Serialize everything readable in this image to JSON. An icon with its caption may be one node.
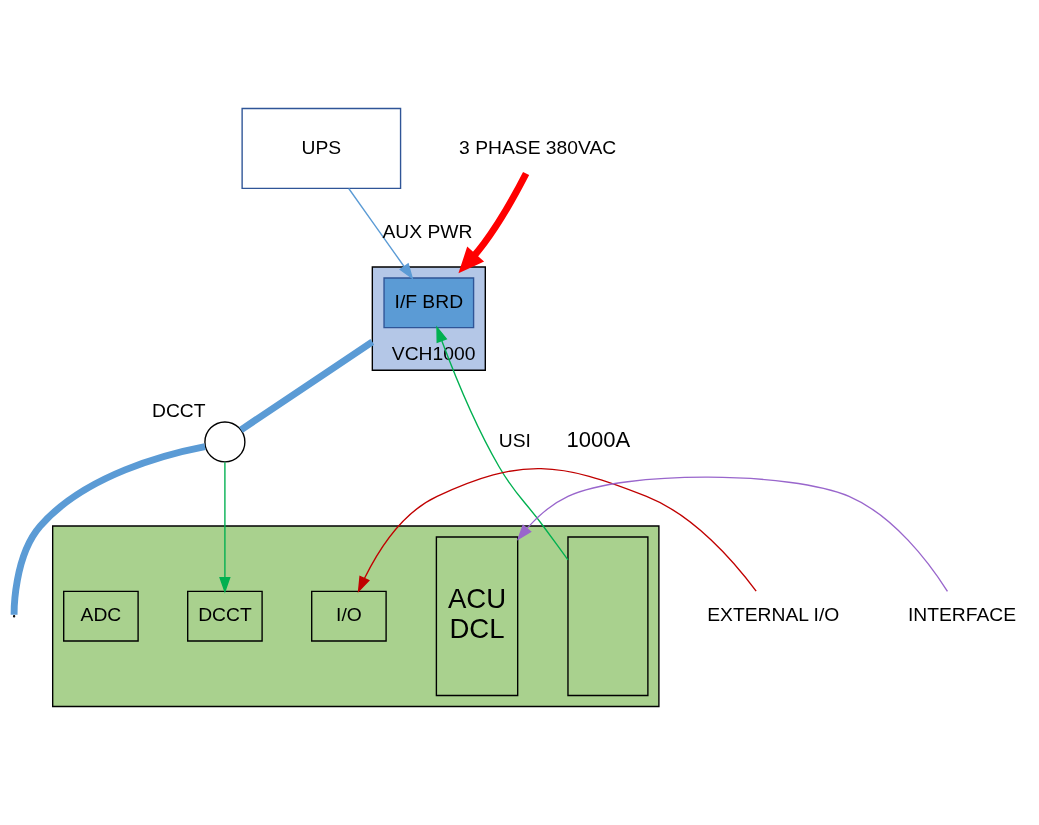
{
  "diagram": {
    "nodes": [
      {
        "text": [
          "UPS"
        ]
      },
      {
        "text": [
          "VCH1000"
        ]
      },
      {
        "text": [
          "I/F BRD"
        ],
        "in": 1
      },
      {
        "text": [],
        "shape": "circle",
        "beside": [
          "DCCT"
        ]
      },
      {
        "text": [],
        "shape": "box"
      },
      {
        "text": [],
        "shape": "box",
        "in": 4
      },
      {
        "text": [
          "ACU",
          "DCL"
        ],
        "in": 4
      },
      {
        "text": [
          "I/O"
        ],
        "in": 4
      },
      {
        "text": [
          "DCCT"
        ],
        "in": 4
      },
      {
        "text": [
          "ADC"
        ],
        "in": 4
      },
      {
        "text": [
          "3 PHASE 380VAC"
        ]
      },
      {
        "text": [
          "EXTERNAL I/O"
        ]
      },
      {
        "text": [
          "INTERFACE"
        ]
      }
    ],
    "edges": [
      {
        "from": 0,
        "to": 2,
        "arrow": "to",
        "label": "AUX PWR",
        "color": "#5b9bd5"
      },
      {
        "from": 10,
        "to": 1,
        "arrow": "to",
        "style": "thick",
        "color": "#ff0000"
      },
      {
        "from": 5,
        "to": 2,
        "arrow": "to",
        "label": "USI",
        "color": "#00b050"
      },
      {
        "from": 1,
        "to": 3,
        "arrow": "none",
        "style": "thick",
        "color": "#5b9bd5"
      },
      {
        "from": 3,
        "to": null,
        "arrow": "none",
        "style": "thick",
        "color": "#5b9bd5"
      },
      {
        "from": 11,
        "to": 7,
        "arrow": "to",
        "color": "#c00000"
      },
      {
        "from": 3,
        "to": 8,
        "arrow": "to",
        "color": "#00b050"
      },
      {
        "from": 12,
        "to": 6,
        "arrow": "to",
        "color": "#9966cc"
      }
    ],
    "labels": [
      "1000A"
    ]
  }
}
